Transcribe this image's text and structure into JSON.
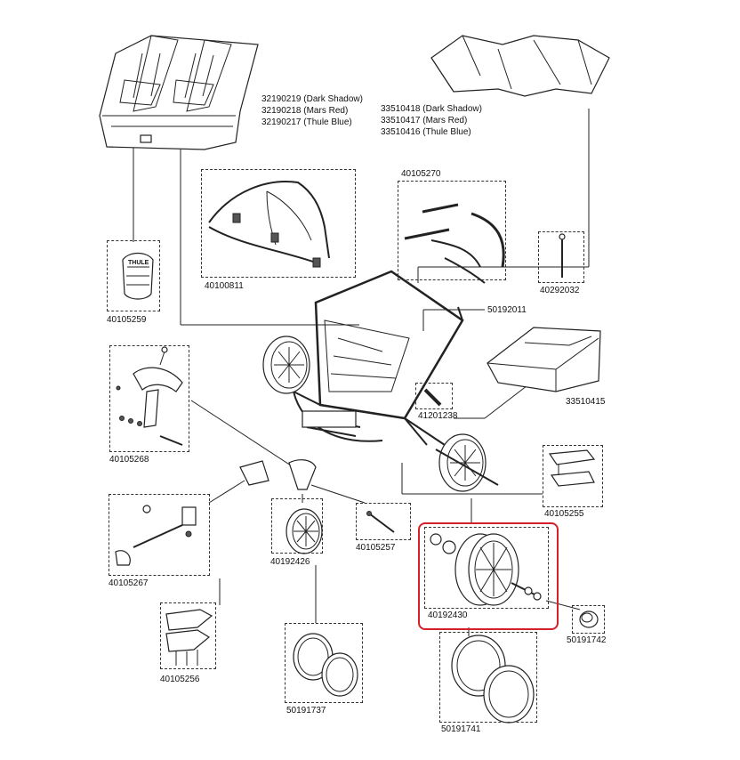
{
  "parts": {
    "seat_fabric": {
      "sku": [
        "32190219 (Dark Shadow)",
        "32190218 (Mars Red)",
        "32190217 (Thule Blue)"
      ]
    },
    "canopy": {
      "sku": [
        "33510418 (Dark Shadow)",
        "33510417 (Mars Red)",
        "33510416 (Thule Blue)"
      ]
    },
    "handlebar": "40105270",
    "bumper_bar": "40100811",
    "tag": "40105259",
    "tag_text": "THULE",
    "cable": "40292032",
    "frame": "50192011",
    "basket": "33510415",
    "brake_assembly": "40105268",
    "tube_part": "41201238",
    "footrest": "40105255",
    "axle_part": "40105267",
    "front_wheel": "40192426",
    "pin": "40105257",
    "rear_wheel": "40192430",
    "hub_cap": "50191742",
    "bracket": "40105256",
    "front_tire": "50191737",
    "rear_tire": "50191741"
  },
  "highlight_color": "#d4202a"
}
